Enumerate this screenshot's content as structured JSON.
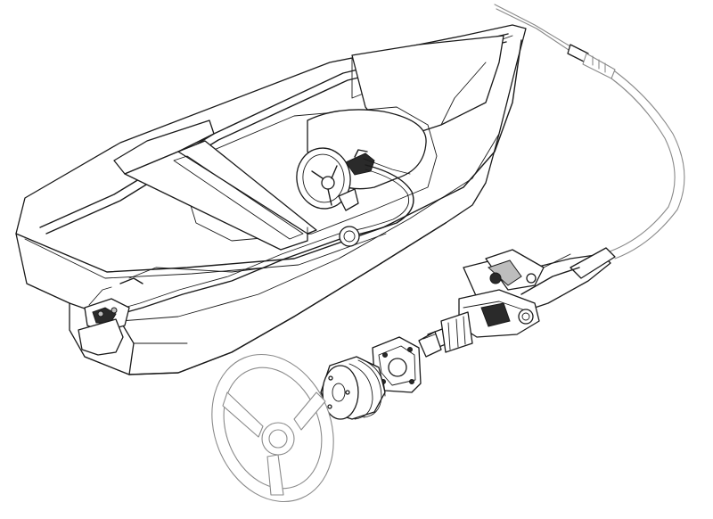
{
  "diagram": {
    "components": [
      {
        "id": "boat-hull",
        "icon": "boat-icon"
      },
      {
        "id": "helm-steering-wheel",
        "icon": "steering-wheel-icon"
      },
      {
        "id": "push-pull-cable",
        "icon": "cable-icon"
      },
      {
        "id": "outboard-motor",
        "icon": "outboard-motor-icon"
      },
      {
        "id": "steering-wheel-exploded",
        "icon": "steering-wheel-icon"
      },
      {
        "id": "wheel-spacer-hub",
        "icon": "hub-icon"
      },
      {
        "id": "helm-mount-plate",
        "icon": "mount-plate-icon"
      },
      {
        "id": "helm-unit",
        "icon": "helm-unit-icon"
      },
      {
        "id": "tiller-link-arm",
        "icon": "link-arm-icon"
      }
    ],
    "colors": {
      "line": "#1a1a1a",
      "light_line": "#8a8a8a",
      "background": "#ffffff"
    }
  }
}
